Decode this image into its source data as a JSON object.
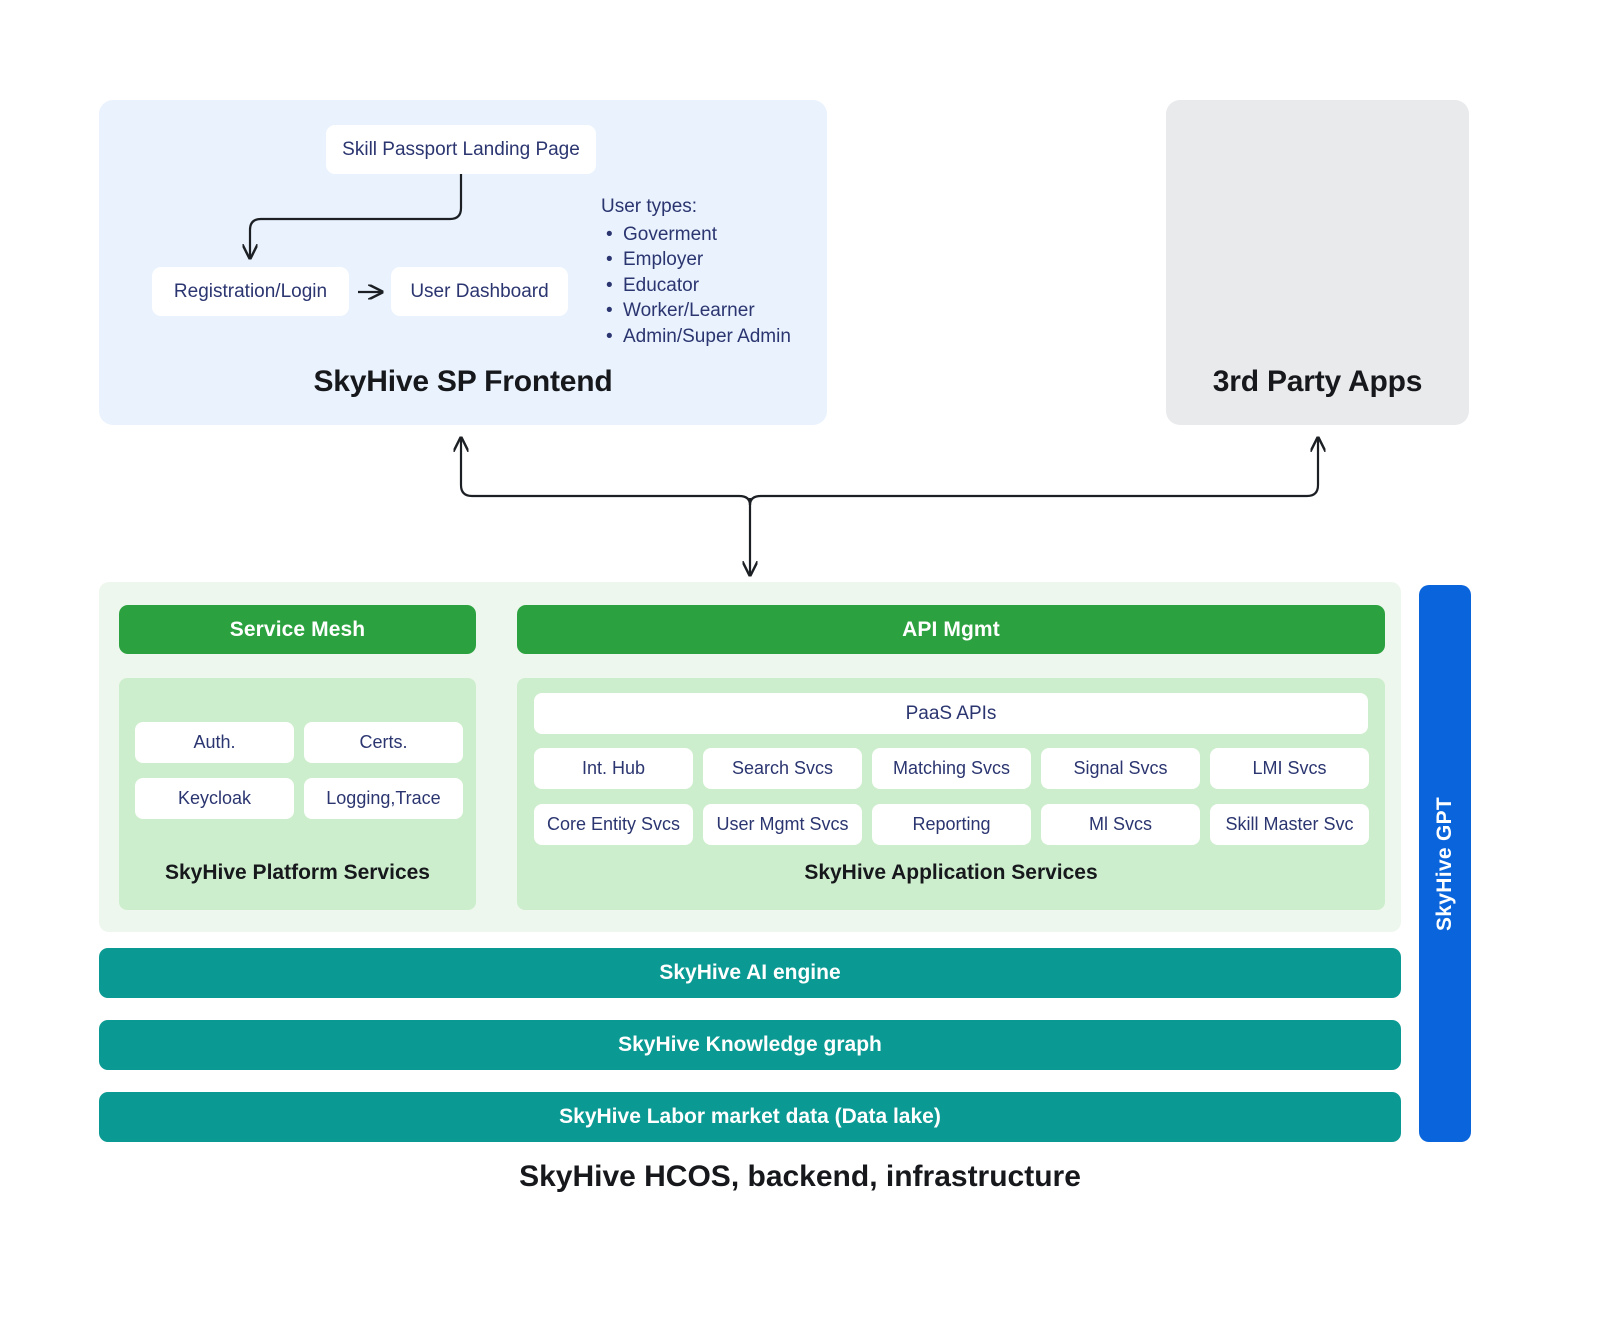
{
  "diagram": {
    "footer_caption": "SkyHive HCOS, backend, infrastructure"
  },
  "frontend": {
    "title": "SkyHive SP Frontend",
    "nodes": {
      "landing": "Skill Passport Landing Page",
      "registration": "Registration/Login",
      "dashboard": "User Dashboard"
    },
    "user_types": {
      "heading": "User types:",
      "items": [
        "Goverment",
        "Employer",
        "Educator",
        "Worker/Learner",
        "Admin/Super Admin"
      ]
    }
  },
  "third_party": {
    "title": "3rd Party Apps"
  },
  "backend": {
    "platform": {
      "bar_label": "Service Mesh",
      "group_title": "SkyHive Platform Services",
      "services": [
        "Auth.",
        "Certs.",
        "Keycloak",
        "Logging,Trace"
      ]
    },
    "application": {
      "bar_label": "API Mgmt",
      "group_title": "SkyHive Application Services",
      "paas_label": "PaaS APIs",
      "services_row1": [
        "Int. Hub",
        "Search Svcs",
        "Matching Svcs",
        "Signal Svcs",
        "LMI Svcs"
      ],
      "services_row2": [
        "Core Entity Svcs",
        "User Mgmt Svcs",
        "Reporting",
        "Ml Svcs",
        "Skill Master Svc"
      ]
    },
    "stack_bars": [
      "SkyHive AI engine",
      "SkyHive Knowledge graph",
      "SkyHive Labor market data (Data lake)"
    ],
    "gpt_bar": "SkyHive GPT"
  },
  "colors": {
    "frontend_panel": "#e9f2fd",
    "thirdparty_panel": "#e9eaec",
    "backend_outer": "#eef7ee",
    "group_green": "#cdeecd",
    "bar_green": "#2ba23f",
    "teal": "#0b9a93",
    "gpt_blue": "#0a65dd",
    "node_text": "#2b3570",
    "title_text": "#16181c",
    "connector": "#1c2024"
  }
}
